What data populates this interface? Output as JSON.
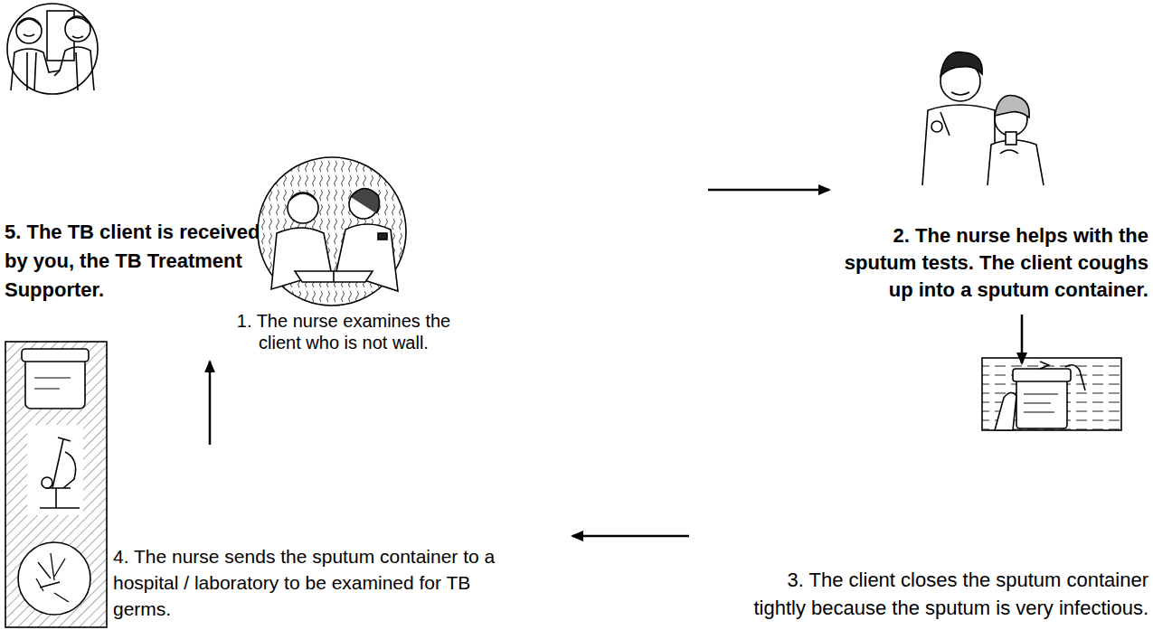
{
  "diagram": {
    "nodes": [
      {
        "text": [
          "1. The nurse examines the client who is not wall."
        ]
      },
      {
        "text": [
          "2. The nurse helps with the sputum tests. The client coughs up into a sputum container."
        ]
      },
      {
        "text": [
          "3. The client closes the sputum container tightly because the sputum is very infectious."
        ]
      },
      {
        "text": [
          "4. The nurse sends the sputum container to a hospital / laboratory to be examined for TB germs."
        ]
      },
      {
        "text": [
          "5. The TB client is received by you, the TB Treatment Supporter."
        ]
      }
    ],
    "edges": [
      {
        "from": 0,
        "to": 1,
        "arrow": "to"
      },
      {
        "from": 1,
        "to": 2,
        "arrow": "to"
      },
      {
        "from": 2,
        "to": 3,
        "arrow": "to"
      },
      {
        "from": 3,
        "to": 4,
        "arrow": "to"
      }
    ]
  }
}
